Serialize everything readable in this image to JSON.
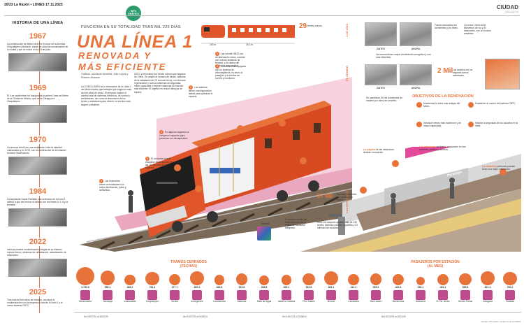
{
  "header": {
    "page": "20/23",
    "paper": "La Razón • LUNES 17.11.2025",
    "section": "CIUDAD",
    "section_sub": "razon.com.mx"
  },
  "badge": "INFO GRÁFICO",
  "timeline": {
    "title": "HISTORIA DE UNA LÍNEA",
    "items": [
      {
        "year": "1967",
        "text": "La construcción de Metro inició en el cruce de la Avenida Chapultepec y Bucareli, donde se ubica la comunicación de la ciudad y que se iniciar el día 19 de junio."
      },
      {
        "year": "1969",
        "text": "El 4 de septiembre fue inaugurada la primer Línea del Metro de la Ciudad de México, que va de Zaragoza a Chapultepec."
      },
      {
        "year": "1970",
        "text": "La primera línea tuvo una ampliación entre la estación Juanacatlán y en 1970, con la construcción de la estación terminal Observatorio."
      },
      {
        "year": "1984",
        "text": "La ampliación hasta Pantitlán una extensión de la línea 1 debido a que los trenes se utilizan con las líneas 5, 9, A y la terminal."
      },
      {
        "year": "2022",
        "text": "Inicia la primera modernización integral de su historia; nuevos trenes, sistemas de señalización, actualización de estaciones."
      },
      {
        "year": "2025",
        "text": "Tras más de tres años de trabajos, concluye la modernización con la reapertura total de la línea 1 y el nuevo sistema CBTC."
      }
    ]
  },
  "headline": {
    "kicker": "FUNCIONA EN SU TOTALIDAD TRAS MIL 226 DÍAS",
    "title": "UNA LÍNEA 1",
    "subtitle_1": "RENOVADA Y",
    "subtitle_2": "MÁS EFICIENTE"
  },
  "byline": "Gráficos • Armando Armenta, Julio Loyola y Roberto Alvarado",
  "body_1": "LA CONCLUSIÓN de la renovación de la Línea 1 del Metro implicó que trabajos que exigieron más de tres años de obras. El proyecto implicó el cambio total de sistemas eléctricos, de control y señalización, así como la renovación de los trenes y estaciones para ofrecer un servicio más seguro y eficiente.",
  "body_2": "CBTC y renovados los trenes nuevos que llegaron de China. Se amplió el número de trenes, además de la instalación de 29 nuevos trenes, con frenado regenerativo y nuevos sistemas de seguridad, mejor capacidad y mejores sistemas de tracción más eficiente. El objetivo es reducir tiempos de espera.",
  "train": {
    "side_count": "29",
    "side_label": "trenes nuevos",
    "length": "150 m",
    "car_length": "16.2 m",
    "notes": [
      {
        "n": "1",
        "text": "Las ruedas NM22 son de fabricación china, cuentan con nuevos sistemas de frenado, y la cabina del conductor más amplia."
      },
      {
        "n": "2",
        "text": "La cabina está equipada con un sistema de videovigilancia, es decir, al pasajero y la interfaz de control y monitoreo."
      },
      {
        "n": "3",
        "text": "Los asientos tienen una disposición lateral para optimizar el espacio."
      },
      {
        "n": "4",
        "text": "En algunos vagones se incluyeron espacios para personas con discapacidad."
      },
      {
        "n": "5",
        "text": "El conductor puede visualizar las imágenes de las 15 cámaras de los vagones."
      },
      {
        "n": "6",
        "text": "Las estaciones fueron remodeladas con nueva iluminación, pisos y señalética."
      }
    ],
    "wheel_label": "Ruedas"
  },
  "right": {
    "labels": {
      "tracks": "LAS VÍAS",
      "sound": "EL SONIDO",
      "stations": "LAS ESTACIONES"
    },
    "antes": "ANTES",
    "ahora": "AHORA",
    "line_stats": "La Línea 1 tiene 18.8 kilómetros de vía y 20 estaciones, con un horario ampliado.",
    "note_track": "Fueron renovados los durmientes y los rieles.",
    "note_trains": "Los trenes tienen mayor rendimiento energético y son más eficientes.",
    "two_mil": "2 Mil",
    "two_mil_text": "Los asientos en los vagones fueron cambiados.",
    "cambio": "Se cambiaron 36 mil durmientes de madera por otros de concreto.",
    "obj_title": "OBJETIVOS DE LA RENOVACIÓN",
    "objectives": [
      "Modernizar la línea más antigua del Metro.",
      "Introducir trenes más modernos y de mayor capacidad.",
      "Establecer el control del sistema CBTC.",
      "Mejorar la seguridad de los usuarios en la línea."
    ],
    "platform_notes": [
      {
        "title": "La mayoría",
        "text": "de las estaciones tendrán renovación."
      },
      {
        "title": "Las estaciones",
        "text": "recibieron renovación en sus andenes, pasillos y accesos."
      },
      {
        "title": "La señalética",
        "text": "personas puedan tener una mejor orientación."
      }
    ],
    "thirty_seven": "37 Mil",
    "torniquete": "Nuevos torniquetes con acceso con tarjeta.",
    "acceso": "El acceso a todas las estaciones es con la tarjeta de movilidad integrada.",
    "panel_text": "Entre los mayores ajustes: más de 190 trenes, sistema y acceso a pasillos y 22 millones de usuarios.",
    "pantitlan": "Pantitlán"
  },
  "stations": {
    "closed_title": "TRAMOS CERRADOS (FECHAS)",
    "pax_title": "PASAJEROS POR ESTACIÓN (AL MES)",
    "items": [
      {
        "name": "Observatorio",
        "value": "1,740.8"
      },
      {
        "name": "Tacubaya",
        "value": "958.1"
      },
      {
        "name": "Juanacatlán",
        "value": "366.2"
      },
      {
        "name": "Chapultepec",
        "value": "781.3"
      },
      {
        "name": "Sevilla",
        "value": "477.7"
      },
      {
        "name": "Insurgentes",
        "value": "800.3"
      },
      {
        "name": "Cuauhtémoc",
        "value": "346.8"
      },
      {
        "name": "Balderas",
        "value": "523.6"
      },
      {
        "name": "Salto del Agua",
        "value": "268.8"
      },
      {
        "name": "Isabel la Católica",
        "value": "325.1"
      },
      {
        "name": "Pino Suárez",
        "value": "533.8"
      },
      {
        "name": "Merced",
        "value": "863.1"
      },
      {
        "name": "Candelaria",
        "value": "412.1"
      },
      {
        "name": "San Lázaro",
        "value": "505.2"
      },
      {
        "name": "Moctezuma",
        "value": "422.3"
      },
      {
        "name": "Balbuena",
        "value": "156.1"
      },
      {
        "name": "B. Pte. Aérea",
        "value": "454.1"
      },
      {
        "name": "Gómez Farías",
        "value": "535.8"
      },
      {
        "name": "Zaragoza",
        "value": "801.3"
      },
      {
        "name": "Pantitlán",
        "value": "780.2"
      }
    ],
    "dates": [
      "Del 09/07/22 al 26/01/25",
      "Del 10/07/23 al 03/08/24",
      "Del 15/07/23 al 20/08/24",
      "Del 20/10/23 al 15/11/25"
    ]
  },
  "footer": "Fuente: STC Metro, Gobierno de la CDMX.",
  "colors": {
    "accent": "#e8733a",
    "train": "#e0552a",
    "station_icon": "#c04a8e",
    "pink": "#e34a9a"
  }
}
